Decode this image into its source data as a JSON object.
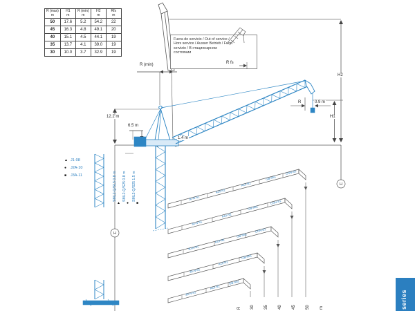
{
  "colors": {
    "accent": "#2b7fc0",
    "crane_blue": "#2e86c4",
    "line": "#555555"
  },
  "table": {
    "headers": [
      [
        "R (max)",
        "m"
      ],
      [
        "H1",
        "m"
      ],
      [
        "R (min)",
        "m"
      ],
      [
        "H2",
        "m"
      ],
      [
        "Rfs",
        "m"
      ]
    ],
    "rows": [
      [
        "50",
        "17.6",
        "5.2",
        "54.2",
        "22"
      ],
      [
        "45",
        "16.3",
        "4.8",
        "49.1",
        "20"
      ],
      [
        "40",
        "15.1",
        "4.5",
        "44.1",
        "19"
      ],
      [
        "35",
        "13.7",
        "4.1",
        "39.0",
        "19"
      ],
      [
        "30",
        "10.0",
        "3.7",
        "32.9",
        "19"
      ]
    ]
  },
  "note": {
    "text": "Fuera de servicio / Out of service / Hors service / Ausser Betrieb / Fuori servizio / В стационарном состоянии"
  },
  "dims": {
    "r_min": "R (min)",
    "r_fs": "R fs",
    "h1": "H1",
    "h2": "H2",
    "r": "R",
    "offset_09": "0.9 m",
    "apex_122": "12.2 m",
    "rear_65": "6.5 m",
    "pivot_14": "1.4 m",
    "h_marker": "H"
  },
  "legend": [
    {
      "sym": "▲",
      "label": "J1-08"
    },
    {
      "sym": "●",
      "label": "J2A-10"
    },
    {
      "sym": "■",
      "label": "J3A-11"
    }
  ],
  "mast_sections": [
    {
      "label": "SML2-Q/S15  0.8 m",
      "sym": "▲"
    },
    {
      "label": "SML2-Q/S25  0.8 m",
      "sym": "●"
    },
    {
      "label": "SML2-Q/S25  1.5 m",
      "sym": "■"
    }
  ],
  "radius_axis": [
    "R",
    "30",
    "35",
    "40",
    "45",
    "50",
    "m"
  ],
  "jibs": [
    {
      "name": "jib-50m",
      "segments": [
        "30-N-S1",
        "A10-N2",
        "A10-N2",
        "GB-N51",
        "CON-S1"
      ]
    },
    {
      "name": "jib-45m",
      "segments": [
        "30-N-S1",
        "A10-N2",
        "GB-N51",
        "CON-S1"
      ]
    },
    {
      "name": "jib-40m",
      "segments": [
        "30-N-S1",
        "A10-N2",
        "GB-N51",
        "CON-S1"
      ]
    },
    {
      "name": "jib-35m",
      "segments": [
        "30-N-S1",
        "A10-N2",
        "GB-N51"
      ]
    },
    {
      "name": "jib-30m",
      "segments": [
        "30-N-S1",
        "A10-N2",
        "GB-N51"
      ]
    }
  ],
  "series_tab": {
    "label": "series"
  }
}
